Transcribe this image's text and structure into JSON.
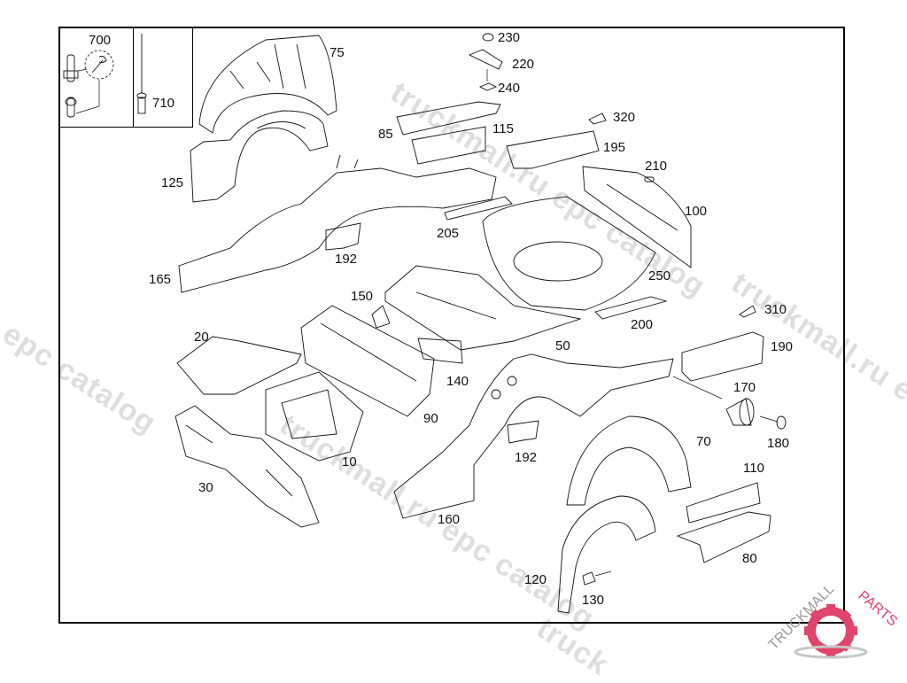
{
  "diagram": {
    "title": "Body floor / rear wheelhouse parts diagram",
    "inset_parts": [
      {
        "id": "700",
        "label": "700",
        "icon": "wrench-bolt-icon"
      },
      {
        "id": "710",
        "label": "710",
        "icon": "rivet-icon"
      }
    ],
    "callouts": [
      {
        "label": "75"
      },
      {
        "label": "230"
      },
      {
        "label": "220"
      },
      {
        "label": "240"
      },
      {
        "label": "320"
      },
      {
        "label": "85"
      },
      {
        "label": "115"
      },
      {
        "label": "195"
      },
      {
        "label": "125"
      },
      {
        "label": "210"
      },
      {
        "label": "100"
      },
      {
        "label": "205"
      },
      {
        "label": "192"
      },
      {
        "label": "165"
      },
      {
        "label": "250"
      },
      {
        "label": "150"
      },
      {
        "label": "310"
      },
      {
        "label": "200"
      },
      {
        "label": "20"
      },
      {
        "label": "50"
      },
      {
        "label": "190"
      },
      {
        "label": "140"
      },
      {
        "label": "170"
      },
      {
        "label": "90"
      },
      {
        "label": "180"
      },
      {
        "label": "70"
      },
      {
        "label": "10"
      },
      {
        "label": "192"
      },
      {
        "label": "110"
      },
      {
        "label": "30"
      },
      {
        "label": "160"
      },
      {
        "label": "80"
      },
      {
        "label": "120"
      },
      {
        "label": "130"
      }
    ],
    "watermarks": [
      "truckmall.ru epc catalog",
      "u epc catalog",
      "truckmall.ru e",
      "truckmall.ru epc catalog",
      "truck"
    ],
    "logo": {
      "text_dark": "TRUCKMALL",
      "text_accent": "PARTS",
      "accent_color": "#e0446a",
      "gear_icon": "gear-icon"
    }
  }
}
